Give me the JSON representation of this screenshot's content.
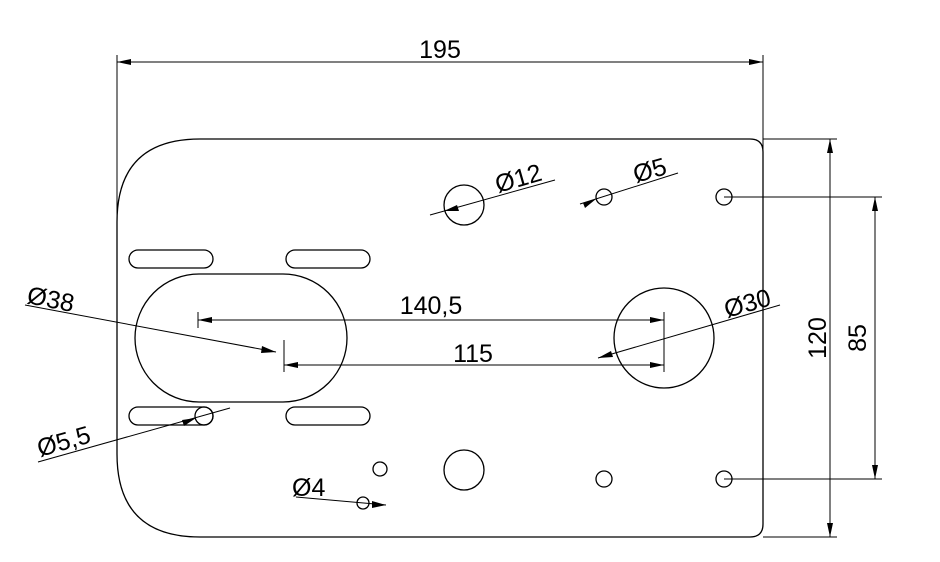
{
  "drawing": {
    "overall_width": "195",
    "overall_height": "120",
    "hole_spacing_vertical": "85",
    "slot_center_distance": "140,5",
    "hole_center_distance": "115",
    "dia_large_slot": "Ø38",
    "dia_large_hole": "Ø30",
    "dia_medium_hole": "Ø12",
    "dia_small_hole": "Ø5",
    "dia_slot_hole": "Ø5,5",
    "dia_tiny_hole": "Ø4"
  }
}
